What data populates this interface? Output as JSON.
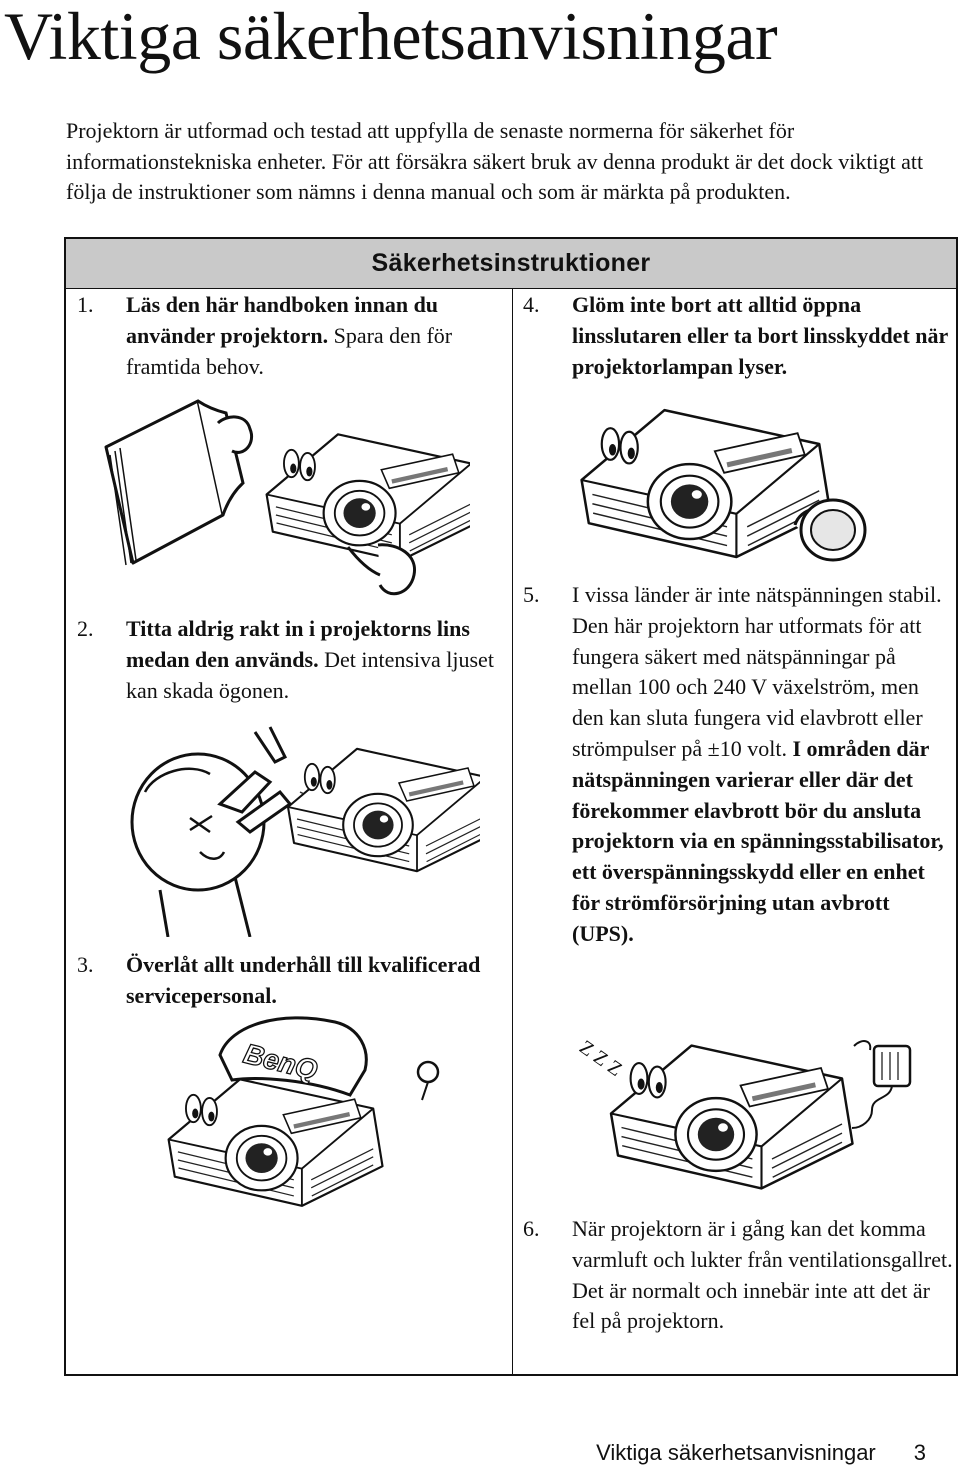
{
  "page_title": "Viktiga säkerhetsanvisningar",
  "intro": "Projektorn är utformad och testad att uppfylla de senaste normerna för säkerhet för informationstekniska enheter. För att försäkra säkert bruk av denna produkt är det dock viktigt att följa de instruktioner som nämns i denna manual och som är märkta på produkten.",
  "box_title": "Säkerhetsinstruktioner",
  "items": [
    {
      "num": "1.",
      "bold": "Läs den här handboken innan du använder projektorn.",
      "rest": " Spara den för framtida behov."
    },
    {
      "num": "2.",
      "bold": "Titta aldrig rakt in i projektorns lins medan den används.",
      "rest": " Det intensiva ljuset kan skada ögonen."
    },
    {
      "num": "3.",
      "bold": "Överlåt allt underhåll till kvalificerad servicepersonal.",
      "rest": ""
    },
    {
      "num": "4.",
      "bold": "Glöm inte bort att alltid öppna linsslutaren eller ta bort linsskyddet när projektorlampan lyser.",
      "rest": ""
    },
    {
      "num": "5.",
      "pre": "I vissa länder är inte nätspänningen stabil. Den här projektorn har utformats för att fungera säkert med nätspänningar på mellan 100 och 240 V växelström, men den kan sluta fungera vid elavbrott eller strömpulser på ±10 volt. ",
      "bold": "I områden där nätspänningen varierar eller där det förekommer elavbrott bör du ansluta projektorn via en spänningsstabilisator, ett överspänningsskydd eller en enhet för strömförsörjning utan avbrott (UPS)."
    },
    {
      "num": "6.",
      "pre": "När projektorn är i gång kan det komma varmluft och lukter från ventilationsgallret. Det är normalt och innebär inte att det är fel på projektorn."
    }
  ],
  "cap_text": "BenQ",
  "sleep_marks": "Z Z Z",
  "footer": {
    "section": "Viktiga säkerhetsanvisningar",
    "page": "3"
  }
}
